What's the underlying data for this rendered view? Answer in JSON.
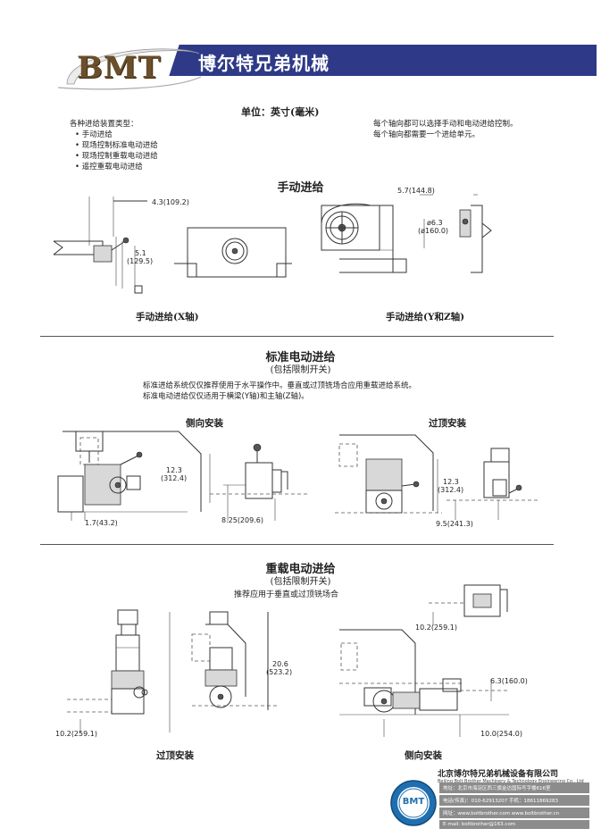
{
  "header": {
    "logo_text": "BMT",
    "company_name": "博尔特兄弟机械",
    "band_color": "#2e3a87",
    "logo_color": "#6b4f2a"
  },
  "intro": {
    "unit": "单位：英寸(毫米)",
    "types_heading": "各种进给装置类型：",
    "types": [
      "手动进给",
      "现场控制标准电动进给",
      "现场控制重载电动进给",
      "遥控重载电动进给"
    ],
    "axis_note_1": "每个轴向都可以选择手动和电动进给控制。",
    "axis_note_2": "每个轴向都需要一个进给单元。"
  },
  "manual": {
    "title": "手动进给",
    "caption_x": "手动进给(X轴)",
    "caption_yz": "手动进给(Y和Z轴)",
    "dim_x_top": "4.3(109.2)",
    "dim_x_side_1": "5.1",
    "dim_x_side_2": "(129.5)",
    "dim_yz_top": "5.7(144.8)",
    "dim_yz_dia_1": "ø6.3",
    "dim_yz_dia_2": "(ø160.0)"
  },
  "standard": {
    "title": "标准电动进给",
    "subtitle": "(包括限制开关)",
    "note_1": "标准进给系统仅仅推荐使用于水平操作中。垂直或过顶铣场合应用重载进给系统。",
    "note_2": "标准电动进给仅仅适用于横梁(Y轴)和主轴(Z轴)。",
    "side_label": "侧向安装",
    "top_label": "过顶安装",
    "dim_h_1": "12.3",
    "dim_h_2": "(312.4)",
    "dim_h2_1": "12.3",
    "dim_h2_2": "(312.4)",
    "dim_a": "1.7(43.2)",
    "dim_b": "8.25(209.6)",
    "dim_c": "9.5(241.3)"
  },
  "heavy": {
    "title": "重载电动进给",
    "subtitle": "(包括限制开关)",
    "note": "推荐应用于垂直或过顶铣场合",
    "top_label": "过顶安装",
    "side_label": "侧向安装",
    "dim_a": "10.2(259.1)",
    "dim_h_1": "20.6",
    "dim_h_2": "(523.2)",
    "dim_b": "10.2(259.1)",
    "dim_c": "6.3(160.0)",
    "dim_d": "10.0(254.0)"
  },
  "footer": {
    "company_cn": "北京博尔特兄弟机械设备有限公司",
    "company_en": "Beijing Bolt Brother Machinery & Technology Engineering Co., Ltd",
    "address": "地址：北京市海淀区西三旗金达国际写字楼616室",
    "phone": "电话(传真)：010-62913207    手机：18611869283",
    "web": "网址：www.boltbrother.com    www.boltbrother.cn",
    "email": "E-mail: boltbrother@163.com",
    "seal_text": "BMT"
  }
}
